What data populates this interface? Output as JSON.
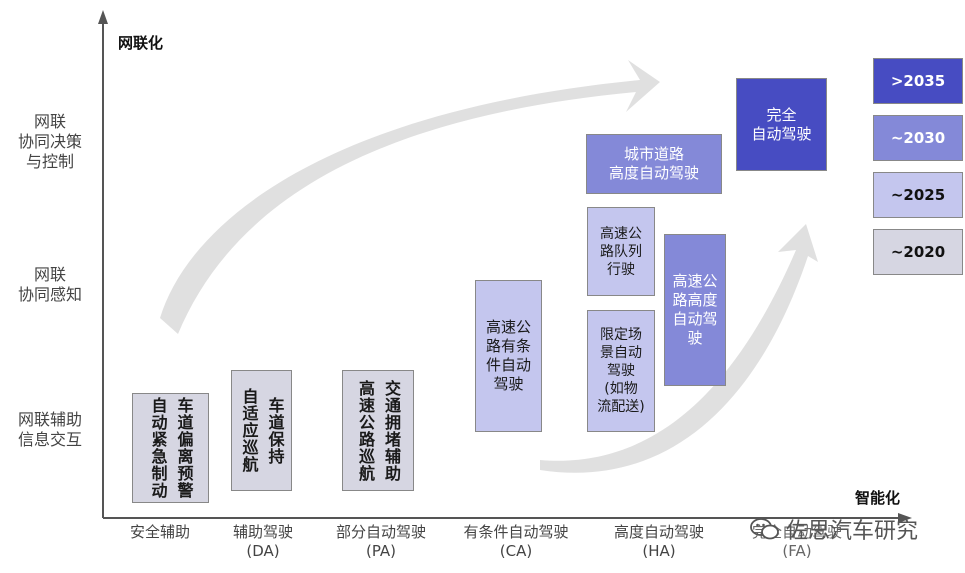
{
  "axes": {
    "y_title": "网联化",
    "x_title": "智能化"
  },
  "y_levels": [
    "网联辅助\n信息交互",
    "网联\n协同感知",
    "网联\n协同决策\n与控制"
  ],
  "x_levels": [
    "安全辅助",
    "辅助驾驶\n(DA)",
    "部分自动驾驶\n(PA)",
    "有条件自动驾驶\n(CA)",
    "高度自动驾驶\n(HA)",
    "完全自动驾驶\n(FA)"
  ],
  "boxes": {
    "safety": "车道偏离预警\n自动紧急制动",
    "da": "车道保持\n自适应巡航",
    "pa": "交通拥堵辅助\n高速公路巡航",
    "ca": "高速公\n路有条\n件自动\n驾驶",
    "ha_highway_platoon": "高速公\n路队列\n行驶",
    "ha_limited_scene": "限定场\n景自动\n驾驶\n(如物\n流配送)",
    "ha_highway": "高速公\n路高度\n自动驾\n驶",
    "ha_city": "城市道路\n高度自动驾驶",
    "fa": "完全\n自动驾驶"
  },
  "legend": [
    {
      "label": ">2035",
      "color": "#474cc2"
    },
    {
      "label": "~2030",
      "color": "#8489d8"
    },
    {
      "label": "~2025",
      "color": "#c4c6ee"
    },
    {
      "label": "~2020",
      "color": "#d6d6e2"
    }
  ],
  "watermark": "佐思汽车研究"
}
